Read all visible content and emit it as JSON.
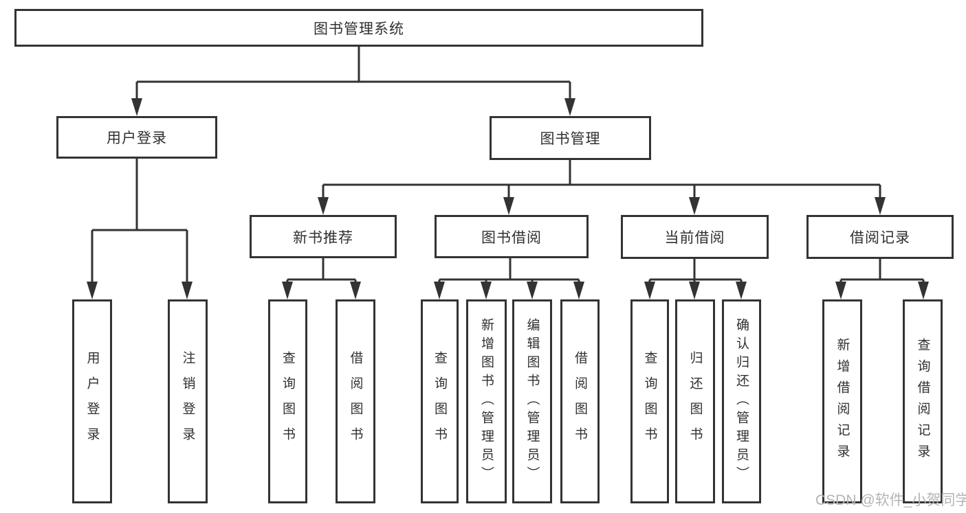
{
  "diagram": {
    "title": "图书管理系统",
    "watermark": "CSDN @软件_小贺同学",
    "colors": {
      "line": "#333333",
      "box_border": "#333333",
      "text": "#303030",
      "watermark": "#b4b4b4",
      "background": "#ffffff"
    },
    "tree": {
      "label": "图书管理系统",
      "children": [
        {
          "label": "用户登录",
          "children": [
            {
              "label": "用户登录"
            },
            {
              "label": "注销登录"
            }
          ]
        },
        {
          "label": "图书管理",
          "children": [
            {
              "label": "新书推荐",
              "children": [
                {
                  "label": "查询图书"
                },
                {
                  "label": "借阅图书"
                }
              ]
            },
            {
              "label": "图书借阅",
              "children": [
                {
                  "label": "查询图书"
                },
                {
                  "label": "新增图书（管理员）"
                },
                {
                  "label": "编辑图书（管理员）"
                },
                {
                  "label": "借阅图书"
                }
              ]
            },
            {
              "label": "当前借阅",
              "children": [
                {
                  "label": "查询图书"
                },
                {
                  "label": "归还图书"
                },
                {
                  "label": "确认归还（管理员）"
                }
              ]
            },
            {
              "label": "借阅记录",
              "children": [
                {
                  "label": "新增借阅记录"
                },
                {
                  "label": "查询借阅记录"
                }
              ]
            }
          ]
        }
      ]
    },
    "nodes": {
      "root": "图书管理系统",
      "user_login": "用户登录",
      "book_mgmt": "图书管理",
      "new_book_rec": "新书推荐",
      "book_borrow": "图书借阅",
      "current_borrow": "当前借阅",
      "borrow_record": "借阅记录",
      "leaf_user_login": "用户登录",
      "leaf_logout": "注销登录",
      "leaf_query_book_1": "查询图书",
      "leaf_borrow_book_1": "借阅图书",
      "leaf_query_book_2": "查询图书",
      "leaf_add_book": "新增图书（管理员）",
      "leaf_edit_book": "编辑图书（管理员）",
      "leaf_borrow_book_2": "借阅图书",
      "leaf_query_book_3": "查询图书",
      "leaf_return_book": "归还图书",
      "leaf_confirm_return": "确认归还（管理员）",
      "leaf_add_record": "新增借阅记录",
      "leaf_query_record": "查询借阅记录"
    }
  }
}
